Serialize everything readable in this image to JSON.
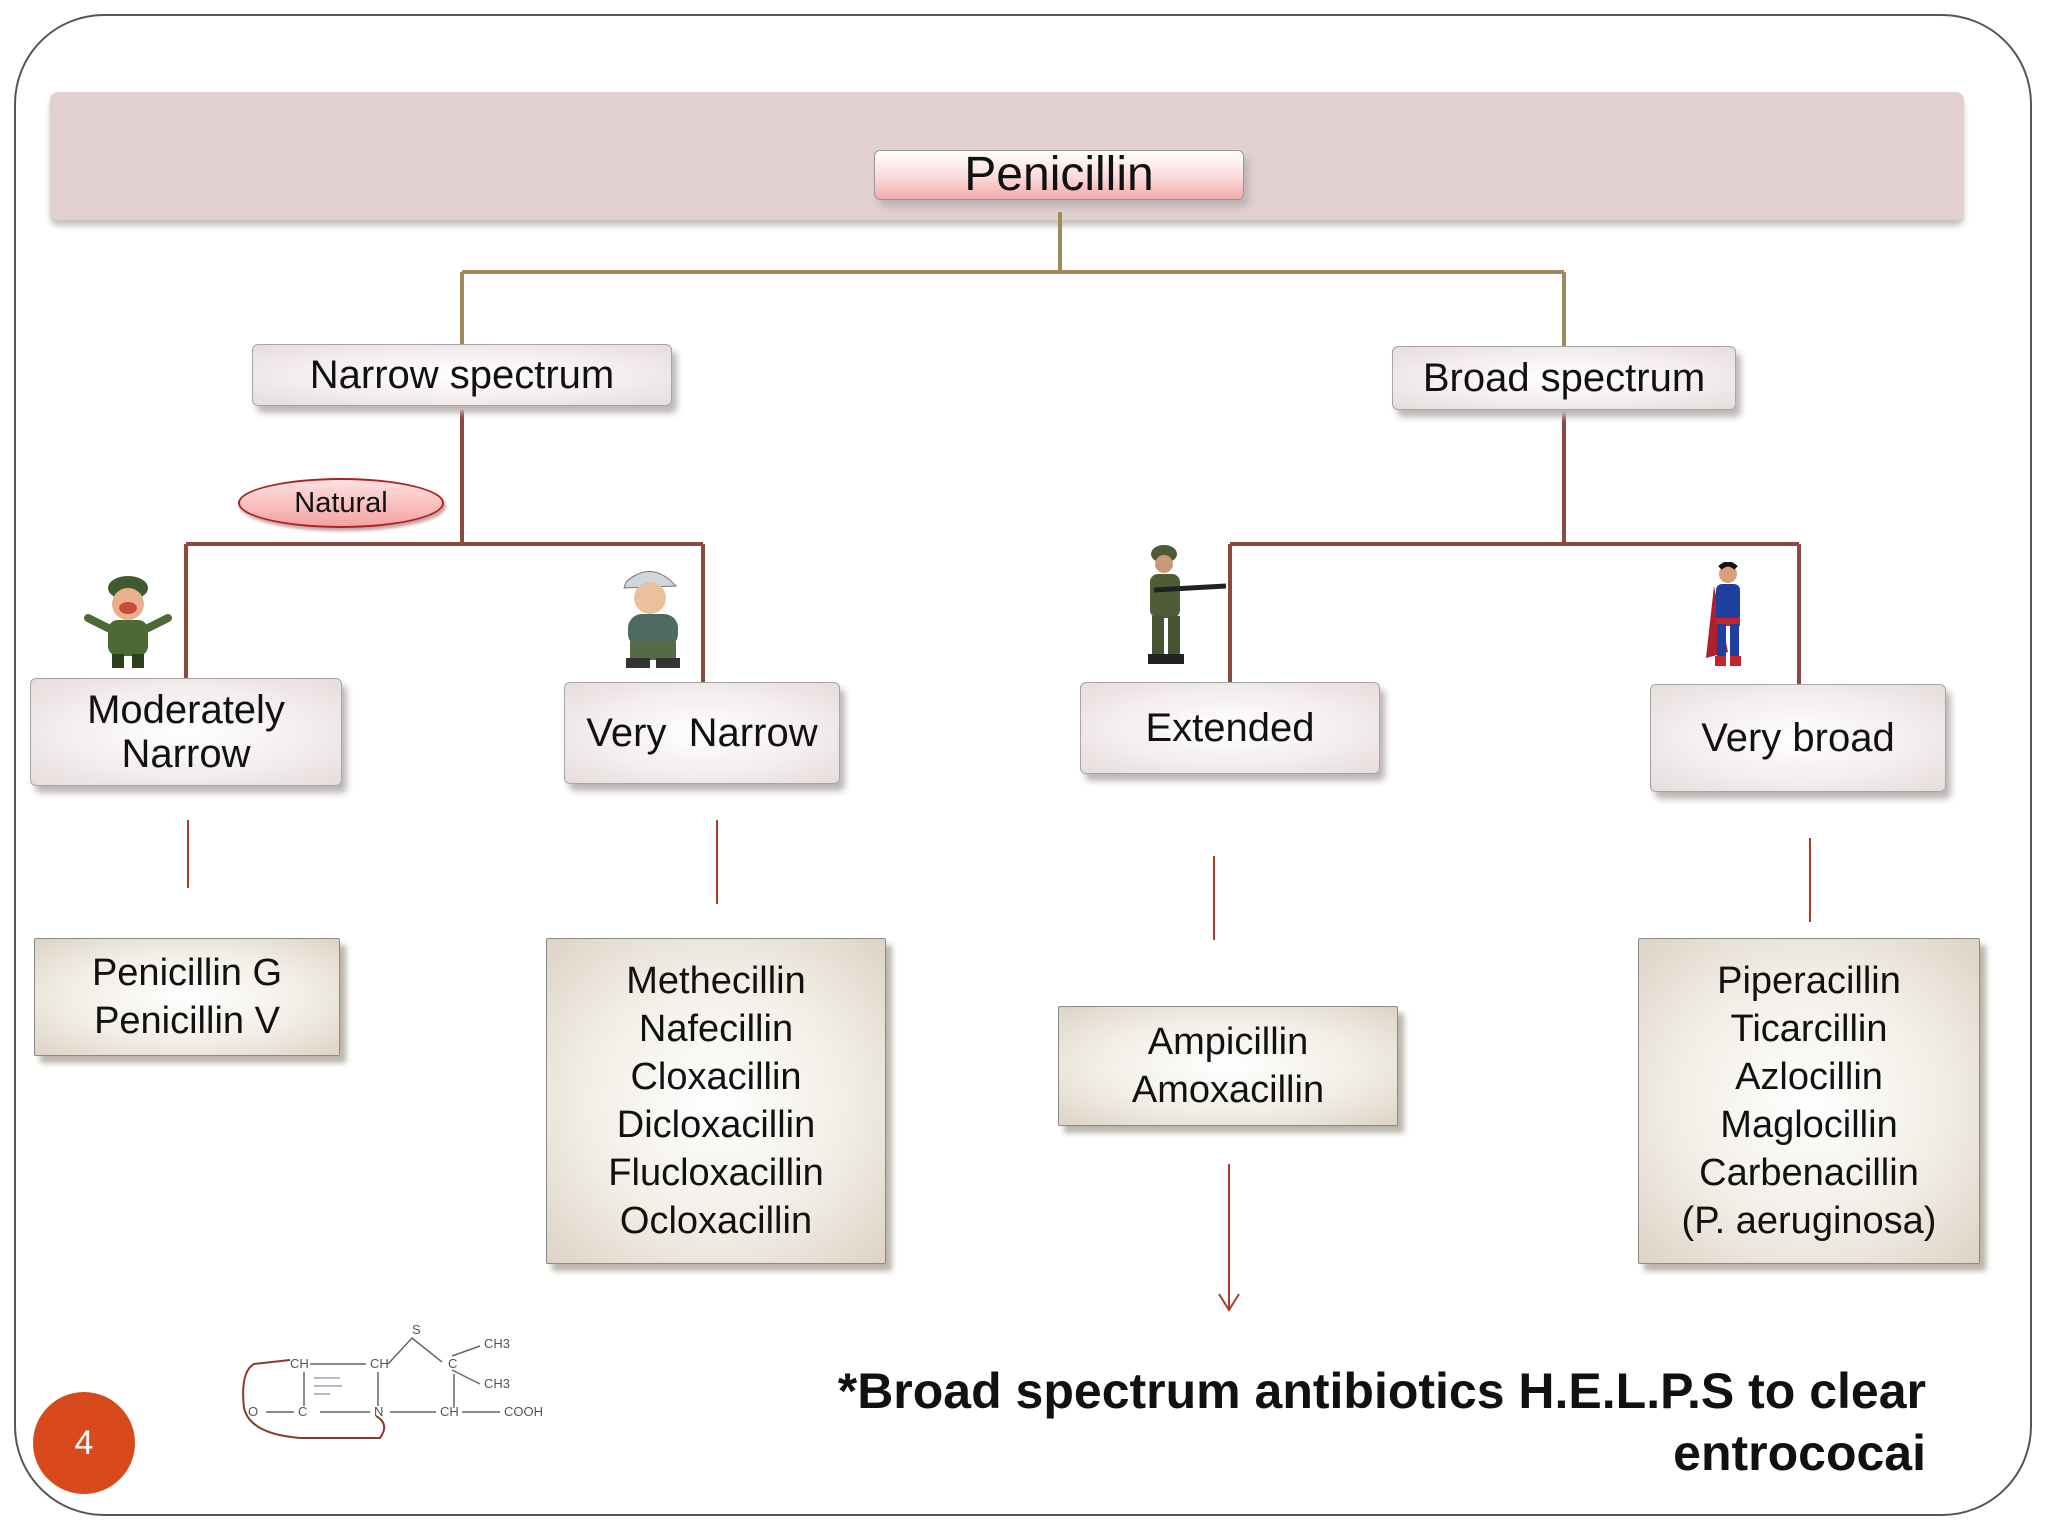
{
  "root": "Penicillin",
  "categories": {
    "narrow": "Narrow spectrum",
    "broad": "Broad spectrum"
  },
  "natural_tag": "Natural",
  "subcategories": {
    "moderately_narrow": [
      "Moderately",
      "Narrow"
    ],
    "very_narrow": "Very  Narrow",
    "extended": "Extended",
    "very_broad": "Very broad"
  },
  "drug_groups": {
    "moderately_narrow": [
      "Penicillin G",
      "Penicillin V"
    ],
    "very_narrow": [
      "Methecillin",
      "Nafecillin",
      "Cloxacillin",
      "Dicloxacillin",
      "Flucloxacillin",
      "Ocloxacillin"
    ],
    "extended": [
      "Ampicillin",
      "Amoxacillin"
    ],
    "very_broad": [
      "Piperacillin",
      "Ticarcillin",
      "Azlocillin",
      "Maglocillin",
      "Carbenacillin",
      "(P. aeruginosa)"
    ]
  },
  "note": [
    "*Broad spectrum antibiotics H.E.L.P.S to clear",
    "entrococai"
  ],
  "structure_labels": [
    "S",
    "CH3",
    "CH3",
    "CH",
    "CH",
    "C",
    "O",
    "C",
    "N",
    "CH",
    "COOH"
  ],
  "page_number": "4",
  "colors": {
    "title_band": "#e2cfd0",
    "connector_top": "#a08a5c",
    "connector_branch": "#8a4a40",
    "connector_drug": "#b03a2a",
    "page_badge": "#d84a1b"
  }
}
